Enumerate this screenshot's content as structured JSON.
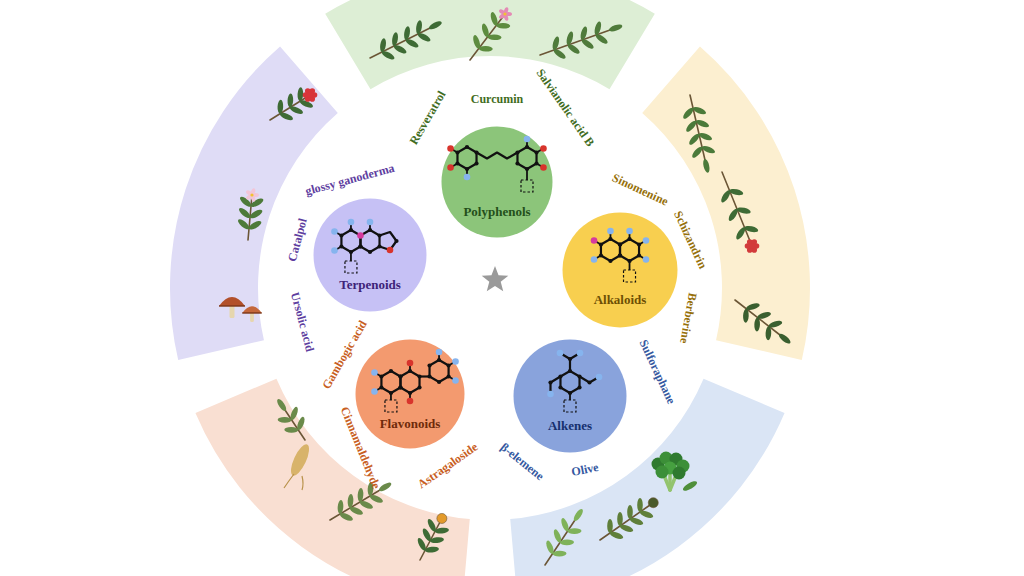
{
  "diagram": {
    "nodes": [
      {
        "text": [
          "Polyphenols"
        ]
      },
      {
        "text": [
          "Alkaloids"
        ]
      },
      {
        "text": [
          "Alkenes"
        ]
      },
      {
        "text": [
          "Flavonoids"
        ]
      },
      {
        "text": [
          "Terpenoids"
        ]
      }
    ],
    "labels": [
      "Resveratrol",
      "Curcumin",
      "Salvianolic acid B",
      "Sinomenine",
      "Schizandrin",
      "Berberine",
      "Sulforaphane",
      "Olive",
      "β-elemene",
      "Gambogic acid",
      "Cinnamaldehyde",
      "Astragaloside",
      "glossy ganoderma",
      "Catalpol",
      "Ursolic acid"
    ]
  }
}
